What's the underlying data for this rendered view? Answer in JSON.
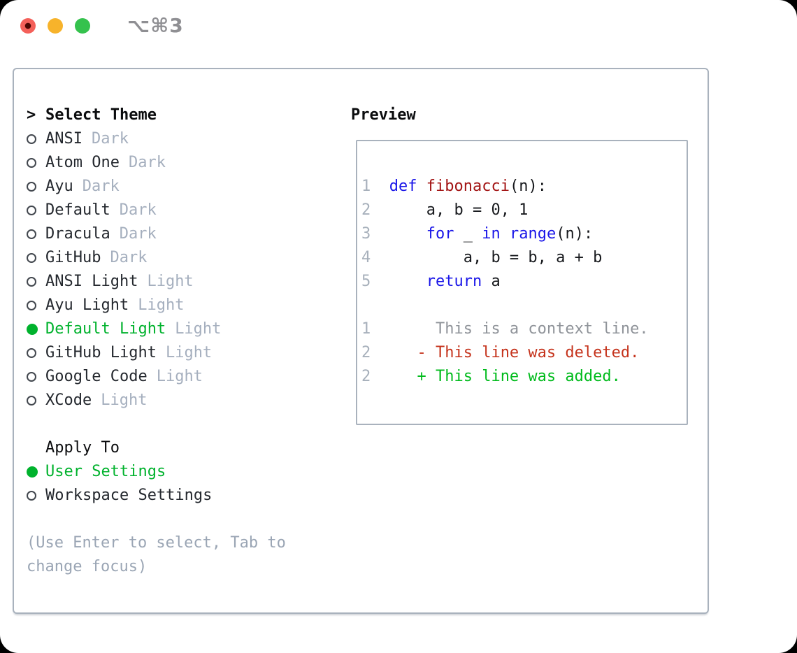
{
  "titlebar": {
    "shortcut": "⌥⌘3"
  },
  "colors": {
    "accent_green": "#00b22d",
    "keyword_blue": "#1a16e8",
    "function_red": "#a31515",
    "diff_red": "#c5331c",
    "diff_green": "#00bb1c",
    "muted_tag": "#a5afbe",
    "line_number": "#a7b0bb",
    "context_gray": "#8f9399",
    "hint_gray": "#9aa5b4",
    "border_gray": "#a9b2bd",
    "traffic_red": "#f4605a",
    "traffic_yellow": "#f7b32b",
    "traffic_green": "#35c24d"
  },
  "theme_panel": {
    "title_prefix": ">",
    "title": "Select Theme",
    "themes": [
      {
        "name": "ANSI",
        "tag": "Dark",
        "selected": false
      },
      {
        "name": "Atom One",
        "tag": "Dark",
        "selected": false
      },
      {
        "name": "Ayu",
        "tag": "Dark",
        "selected": false
      },
      {
        "name": "Default",
        "tag": "Dark",
        "selected": false
      },
      {
        "name": "Dracula",
        "tag": "Dark",
        "selected": false
      },
      {
        "name": "GitHub",
        "tag": "Dark",
        "selected": false
      },
      {
        "name": "ANSI Light",
        "tag": "Light",
        "selected": false
      },
      {
        "name": "Ayu Light",
        "tag": "Light",
        "selected": false
      },
      {
        "name": "Default Light",
        "tag": "Light",
        "selected": true
      },
      {
        "name": "GitHub Light",
        "tag": "Light",
        "selected": false
      },
      {
        "name": "Google Code",
        "tag": "Light",
        "selected": false
      },
      {
        "name": "XCode",
        "tag": "Light",
        "selected": false
      }
    ],
    "apply_to": {
      "title": "Apply To",
      "options": [
        {
          "name": "User Settings",
          "selected": true
        },
        {
          "name": "Workspace Settings",
          "selected": false
        }
      ]
    },
    "hint": "(Use Enter to select, Tab to change focus)"
  },
  "preview": {
    "title": "Preview",
    "lines": [
      [
        {
          "c": "ln",
          "t": "1  "
        },
        {
          "c": "kw",
          "t": "def"
        },
        {
          "c": "pl",
          "t": " "
        },
        {
          "c": "fn",
          "t": "fibonacci"
        },
        {
          "c": "pl",
          "t": "(n):"
        }
      ],
      [
        {
          "c": "ln",
          "t": "2  "
        },
        {
          "c": "pl",
          "t": "    a, b = 0, 1"
        }
      ],
      [
        {
          "c": "ln",
          "t": "3  "
        },
        {
          "c": "pl",
          "t": "    "
        },
        {
          "c": "kw",
          "t": "for"
        },
        {
          "c": "pl",
          "t": " _ "
        },
        {
          "c": "kw",
          "t": "in"
        },
        {
          "c": "pl",
          "t": " "
        },
        {
          "c": "kw",
          "t": "range"
        },
        {
          "c": "pl",
          "t": "(n):"
        }
      ],
      [
        {
          "c": "ln",
          "t": "4  "
        },
        {
          "c": "pl",
          "t": "        a, b = b, a + b"
        }
      ],
      [
        {
          "c": "ln",
          "t": "5  "
        },
        {
          "c": "pl",
          "t": "    "
        },
        {
          "c": "kw",
          "t": "return"
        },
        {
          "c": "pl",
          "t": " a"
        }
      ],
      [
        {
          "c": "pl",
          "t": " "
        }
      ],
      [
        {
          "c": "ln",
          "t": "1  "
        },
        {
          "c": "ctx",
          "t": "     This is a context line."
        }
      ],
      [
        {
          "c": "ln",
          "t": "2  "
        },
        {
          "c": "del",
          "t": "   - This line was deleted."
        }
      ],
      [
        {
          "c": "ln",
          "t": "2  "
        },
        {
          "c": "add",
          "t": "   + This line was added."
        }
      ]
    ]
  }
}
